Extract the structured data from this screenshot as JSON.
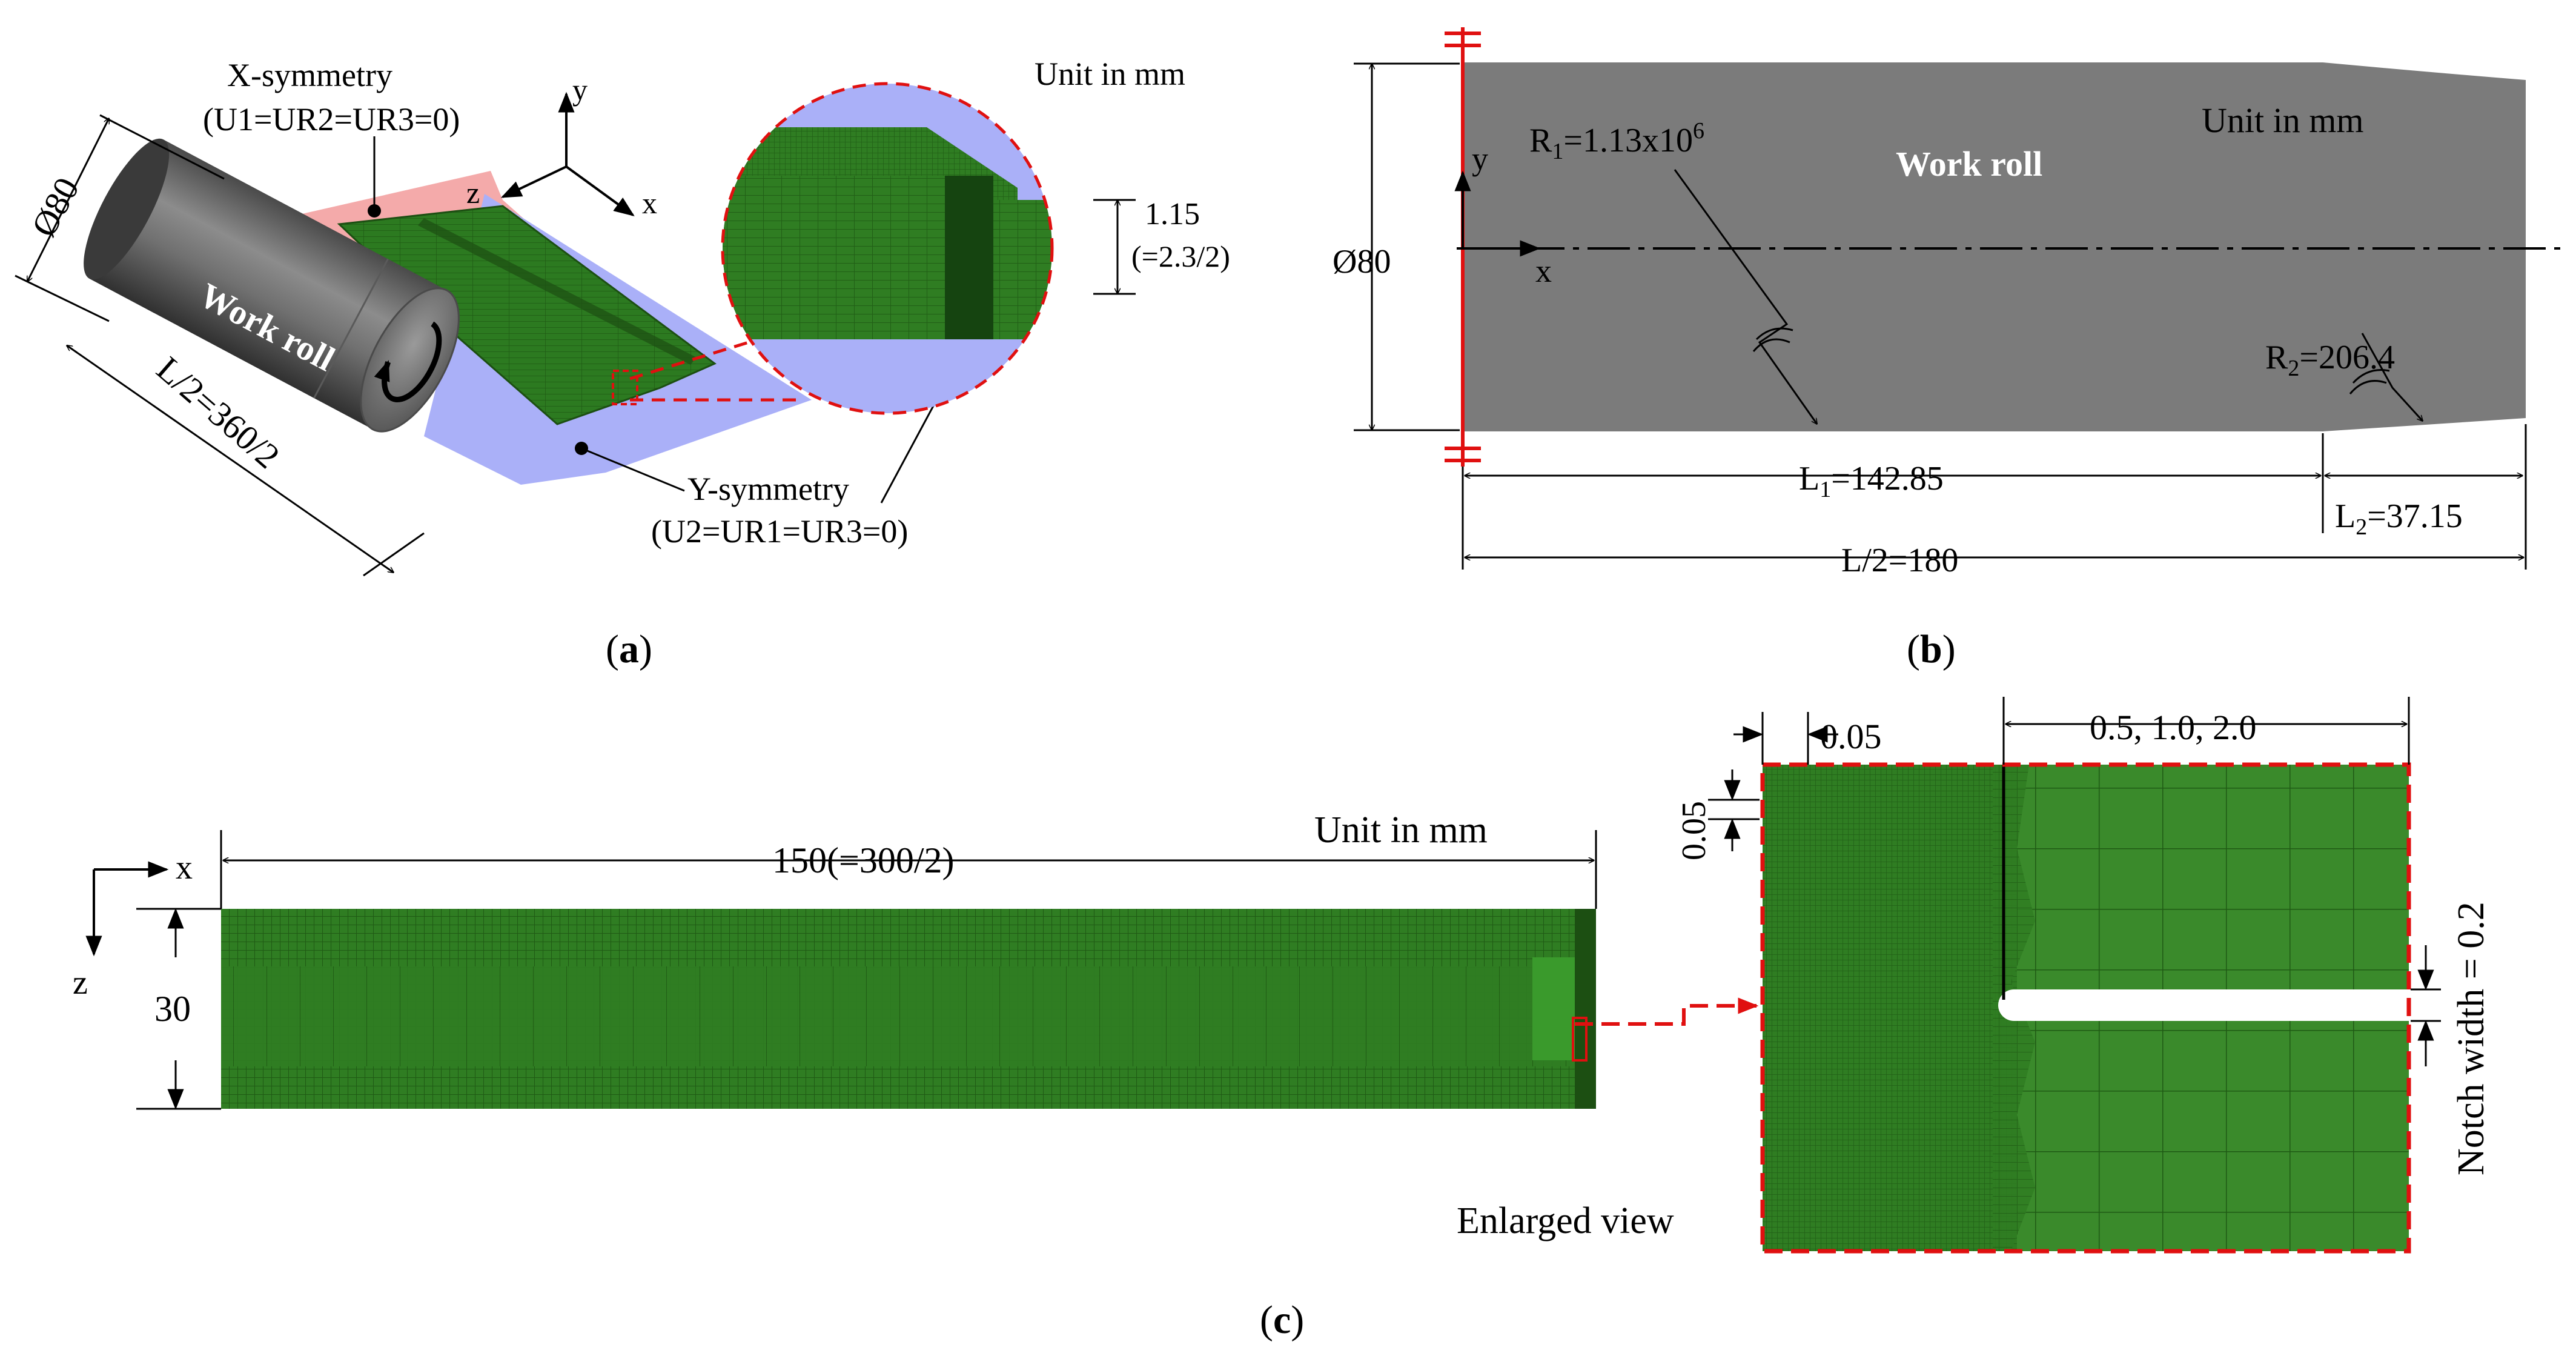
{
  "panel_a": {
    "label": "a",
    "x_symmetry": "X-symmetry",
    "x_symmetry_bc": "(U1=UR2=UR3=0)",
    "y_symmetry": "Y-symmetry",
    "y_symmetry_bc": "(U2=UR1=UR3=0)",
    "diameter": "Ø80",
    "length": "L/2=360/2",
    "roll_label": "Work roll",
    "unit": "Unit in mm",
    "thickness": "1.15",
    "thickness_expr": "(=2.3/2)",
    "axis_x": "x",
    "axis_y": "y",
    "axis_z": "z"
  },
  "panel_b": {
    "label": "b",
    "roll_label": "Work roll",
    "unit": "Unit in mm",
    "diameter": "Ø80",
    "axis_x": "x",
    "axis_y": "y",
    "r1_prefix": "R",
    "r1_sub": "1",
    "r1_value": "=1.13x10",
    "r1_exp": "6",
    "r2_prefix": "R",
    "r2_sub": "2",
    "r2_value": "=206.4",
    "l1_prefix": "L",
    "l1_sub": "1",
    "l1_value": "=142.85",
    "l2_prefix": "L",
    "l2_sub": "2",
    "l2_value": "=37.15",
    "half_length": "L/2=180"
  },
  "panel_c": {
    "label": "c",
    "axis_x": "x",
    "axis_z": "z",
    "length": "150(=300/2)",
    "unit": "Unit in mm",
    "width": "30",
    "mesh_fine": "0.05",
    "mesh_fine_vertical": "0.05",
    "notch_length": "0.5, 1.0, 2.0",
    "notch_width": "Notch width = 0.2",
    "enlarged_view": "Enlarged view"
  },
  "colors": {
    "roll_gray": "#7b7b7b",
    "mesh_green": "#2f7d22",
    "mesh_dark": "#1f5a14",
    "symmetry_red": "#f4aaaa",
    "symmetry_blue": "#aab0f8",
    "dashed_red": "#e01010"
  }
}
